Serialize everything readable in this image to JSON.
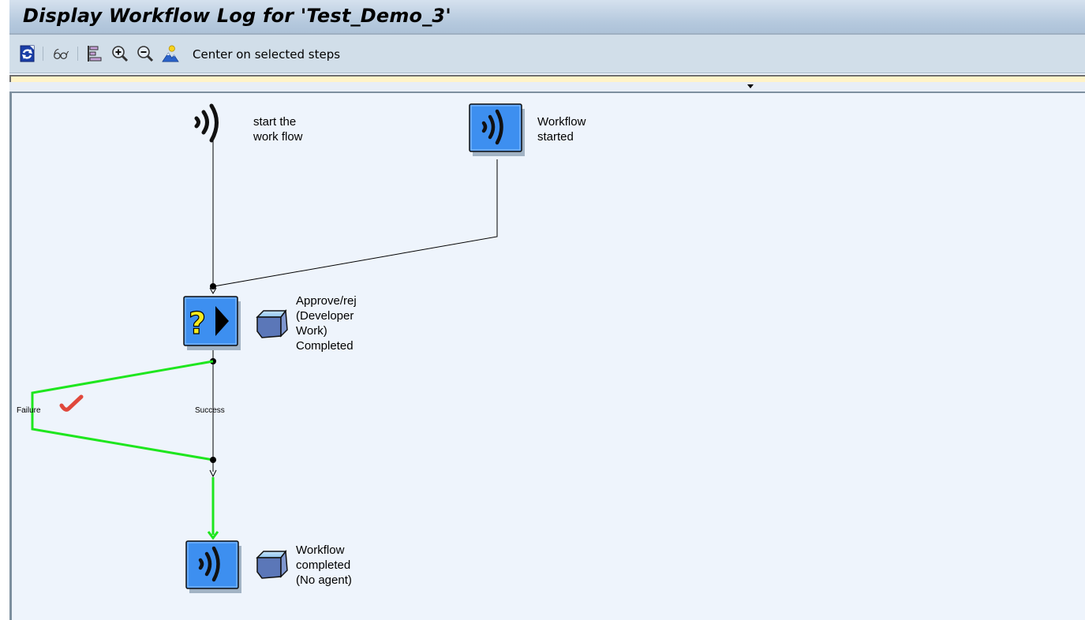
{
  "window": {
    "title": "Display Workflow Log for 'Test_Demo_3'"
  },
  "toolbar": {
    "buttons": [
      {
        "icon": "refresh-icon",
        "tooltip": "Refresh"
      },
      {
        "icon": "glasses-icon",
        "tooltip": "Display"
      },
      {
        "icon": "layout-icon",
        "tooltip": "Layout"
      },
      {
        "icon": "zoom-in-icon",
        "tooltip": "Zoom in"
      },
      {
        "icon": "zoom-out-icon",
        "tooltip": "Zoom out"
      },
      {
        "icon": "landscape-icon",
        "tooltip": "Overview"
      }
    ],
    "center_label": "Center on selected steps"
  },
  "info_strip": {
    "text": ""
  },
  "graph": {
    "nodes": [
      {
        "id": "start_event",
        "icon": "event-icon",
        "label_lines": [
          "start the",
          "work flow"
        ]
      },
      {
        "id": "workflow_started",
        "icon": "event-box-icon",
        "label_lines": [
          "Workflow",
          "started"
        ]
      },
      {
        "id": "approve_step",
        "icon": "decision-icon",
        "agent_icon": "agent-box-icon",
        "label_lines": [
          "Approve/rej",
          "(Developer",
          "Work)",
          "Completed"
        ]
      },
      {
        "id": "workflow_completed",
        "icon": "event-box-icon",
        "agent_icon": "agent-box-icon",
        "label_lines": [
          "Workflow",
          "completed",
          "(No agent)"
        ]
      }
    ],
    "edges": {
      "failure_label": "Failure",
      "success_label": "Success"
    },
    "colors": {
      "active_path": "#1ee61e",
      "edge": "#000000",
      "node_blue": "#3d8ff0",
      "check_mark": "#e0483c"
    }
  }
}
